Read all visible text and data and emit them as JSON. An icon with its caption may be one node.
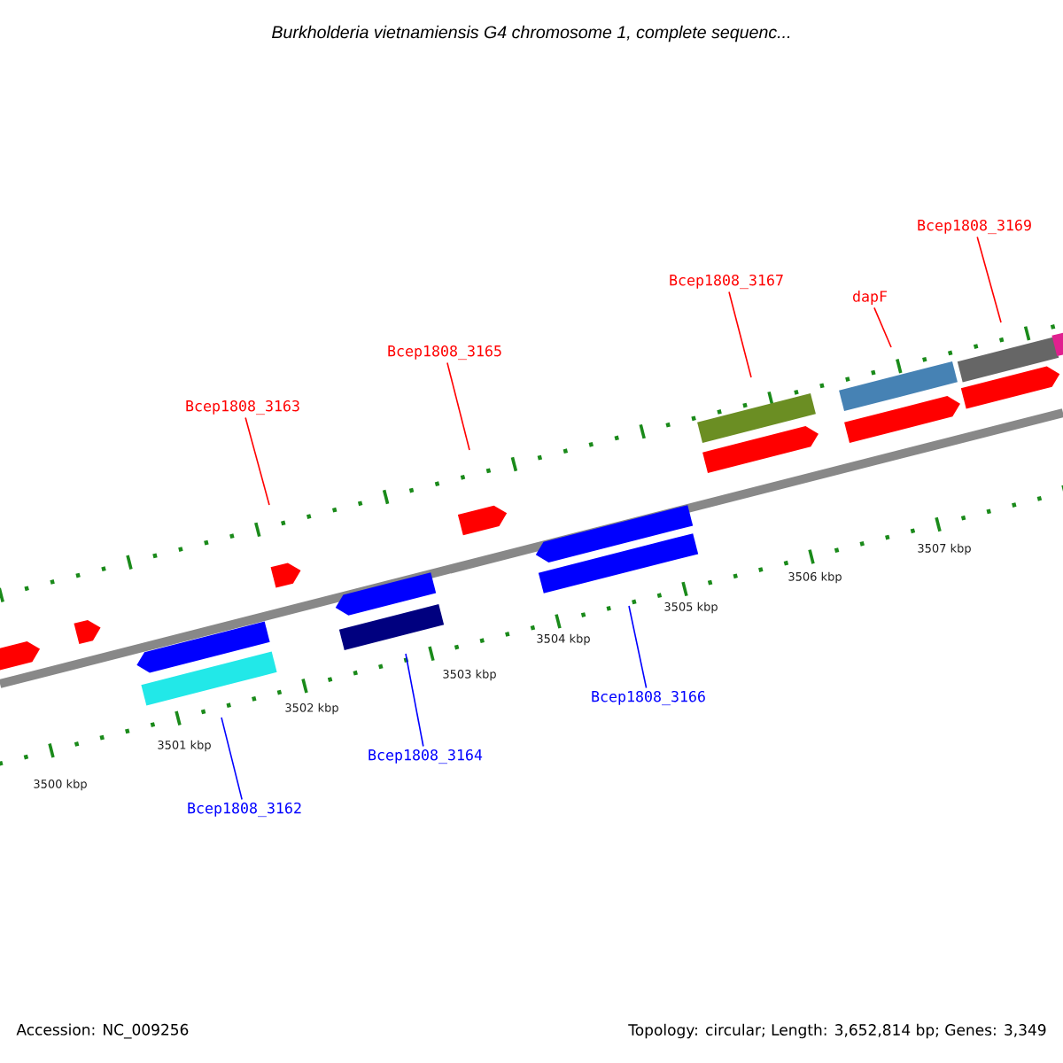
{
  "diagram": {
    "title": "Burkholderia vietnamiensis G4 chromosome 1, complete sequenc...",
    "nodes": [
      {
        "text": [
          "Bcep1808_3163"
        ]
      },
      {
        "text": [
          "Bcep1808_3165"
        ]
      },
      {
        "text": [
          "Bcep1808_3167"
        ]
      },
      {
        "text": [
          "dapF"
        ]
      },
      {
        "text": [
          "Bcep1808_3169"
        ]
      },
      {
        "text": [
          "Bcep1808_3166"
        ]
      },
      {
        "text": [
          "Bcep1808_3164"
        ]
      },
      {
        "text": [
          "Bcep1808_3162"
        ]
      }
    ],
    "edges": [
      {
        "from": 0,
        "to": null,
        "arrow": "none"
      },
      {
        "from": 1,
        "to": null,
        "arrow": "none"
      },
      {
        "from": 2,
        "to": null,
        "arrow": "none"
      },
      {
        "from": 3,
        "to": null,
        "arrow": "none"
      },
      {
        "from": 4,
        "to": null,
        "arrow": "none"
      },
      {
        "from": 5,
        "to": null,
        "arrow": "none",
        "color": "#0000ff"
      },
      {
        "from": 6,
        "to": null,
        "arrow": "none",
        "color": "#0000ff"
      },
      {
        "from": 7,
        "to": null,
        "arrow": "none",
        "color": "#0000ff"
      }
    ],
    "labels": [
      "3507 kbp",
      "3506 kbp",
      "3505 kbp",
      "3504 kbp",
      "3503 kbp",
      "3502 kbp",
      "3501 kbp",
      "3500 kbp",
      "Accession: NC_009256",
      "Topology: circular; Length: 3,652,814 bp; Genes: 3,349"
    ]
  }
}
